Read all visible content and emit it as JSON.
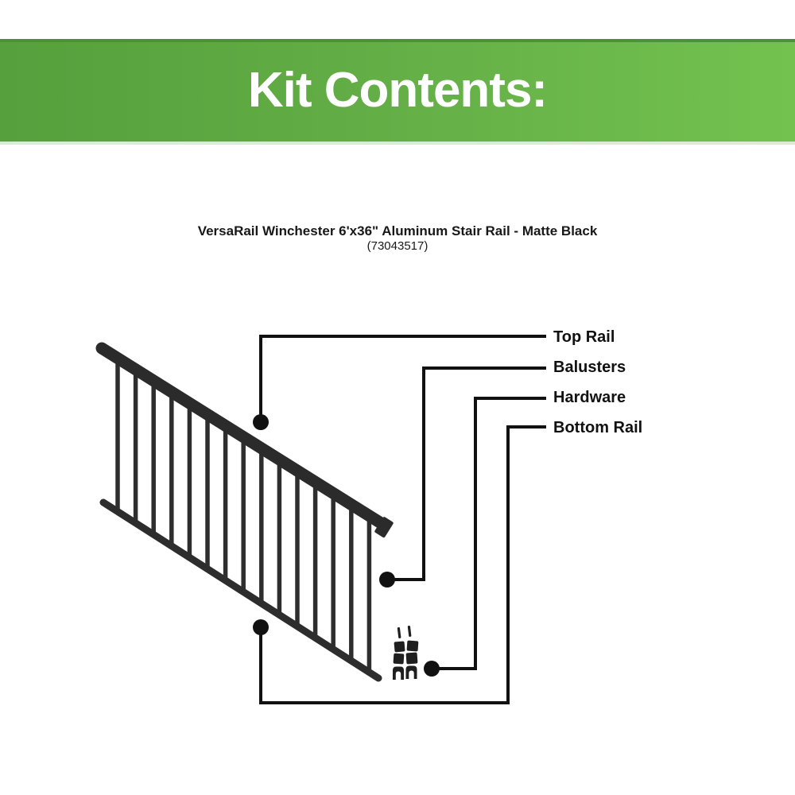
{
  "banner": {
    "title": "Kit Contents:",
    "background_left": "#56a03d",
    "background_right": "#73c24f",
    "text_color": "#ffffff"
  },
  "product": {
    "name": "VersaRail Winchester 6'x36\" Aluminum Stair Rail - Matte Black",
    "sku": "(73043517)"
  },
  "diagram": {
    "labels": [
      {
        "id": "top-rail",
        "label": "Top Rail"
      },
      {
        "id": "balusters",
        "label": "Balusters"
      },
      {
        "id": "hardware",
        "label": "Hardware"
      },
      {
        "id": "bottom-rail",
        "label": "Bottom Rail"
      }
    ],
    "colors": {
      "rail": "#2d2d2d",
      "callout_line": "#111111"
    }
  }
}
